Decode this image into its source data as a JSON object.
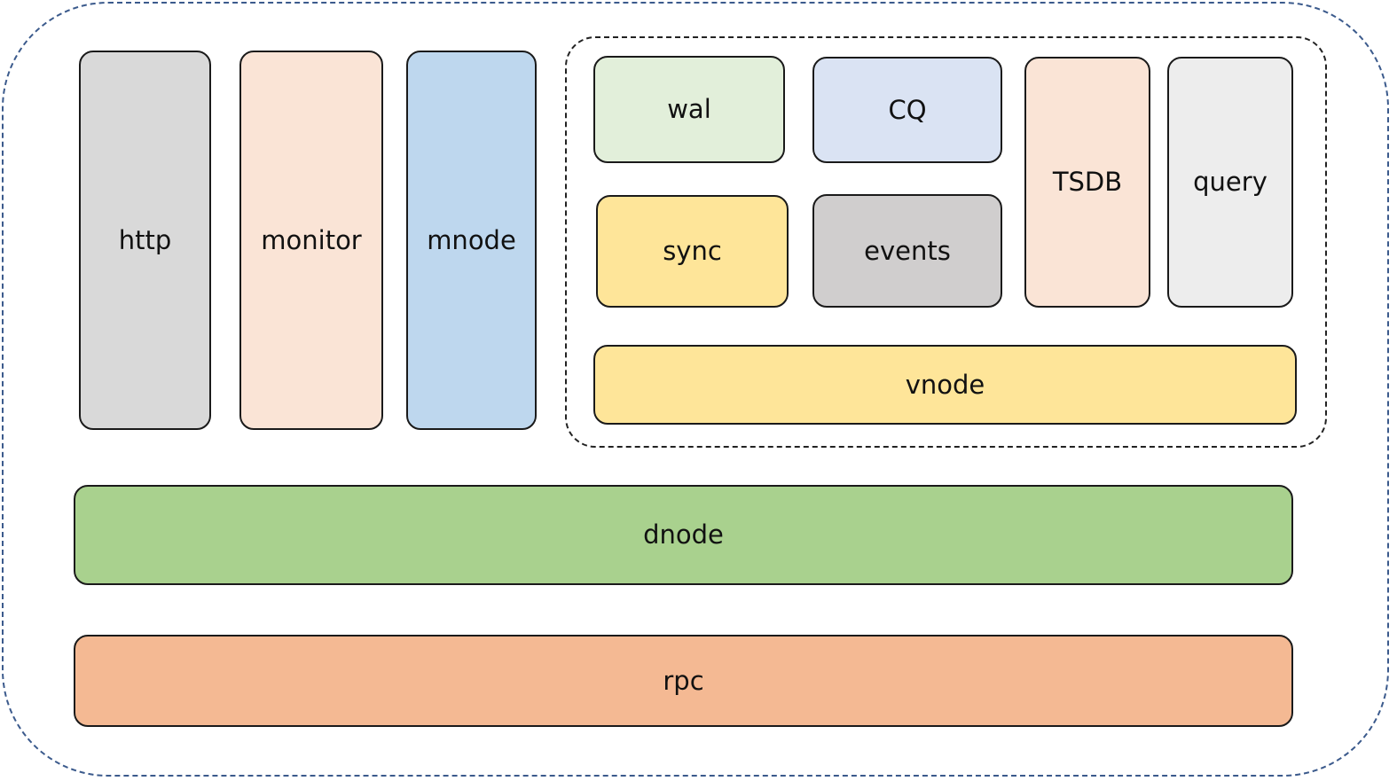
{
  "diagram": {
    "modules": {
      "http": {
        "label": "http",
        "color": "#d9d9d9"
      },
      "monitor": {
        "label": "monitor",
        "color": "#fae4d6"
      },
      "mnode": {
        "label": "mnode",
        "color": "#bed7ee"
      },
      "wal": {
        "label": "wal",
        "color": "#e2efda"
      },
      "cq": {
        "label": "CQ",
        "color": "#dae3f3"
      },
      "tsdb": {
        "label": "TSDB",
        "color": "#fae4d6"
      },
      "query": {
        "label": "query",
        "color": "#ededed"
      },
      "sync": {
        "label": "sync",
        "color": "#fee599"
      },
      "events": {
        "label": "events",
        "color": "#d0cece"
      },
      "vnode": {
        "label": "vnode",
        "color": "#fee599"
      },
      "dnode": {
        "label": "dnode",
        "color": "#a9d18e"
      },
      "rpc": {
        "label": "rpc",
        "color": "#f4b993"
      }
    },
    "outer_border_color": "#3b5a8c",
    "vnode_group_border_color": "#222222"
  }
}
